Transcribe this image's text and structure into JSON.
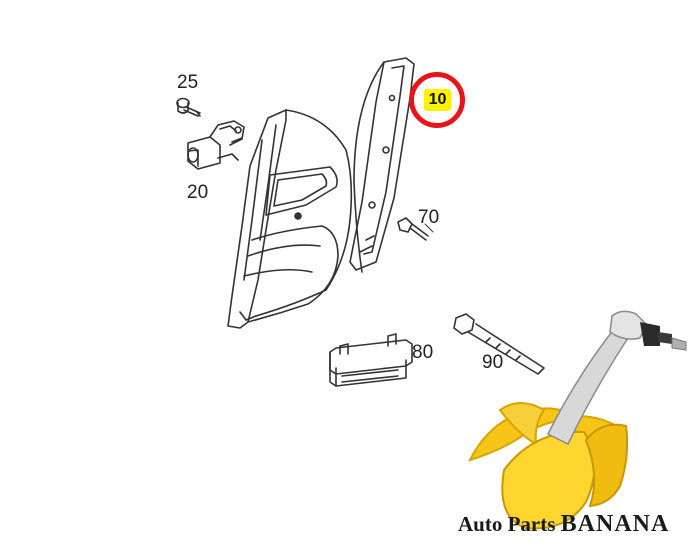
{
  "diagram": {
    "part_labels": {
      "p25": "25",
      "p20": "20",
      "p70": "70",
      "p80": "80",
      "p90": "90"
    },
    "highlighted_part": "10",
    "colors": {
      "line": "#333333",
      "callout_ring": "#e8141b",
      "callout_fill": "#fff200"
    }
  },
  "watermark": {
    "brand_prefix": "Auto Parts",
    "brand_name": "BANANA",
    "icon": "banana-with-suspension-link-logo",
    "colors": {
      "banana": "#f5c518",
      "banana_dark": "#d9a300",
      "metal": "#c8c8c8"
    }
  }
}
